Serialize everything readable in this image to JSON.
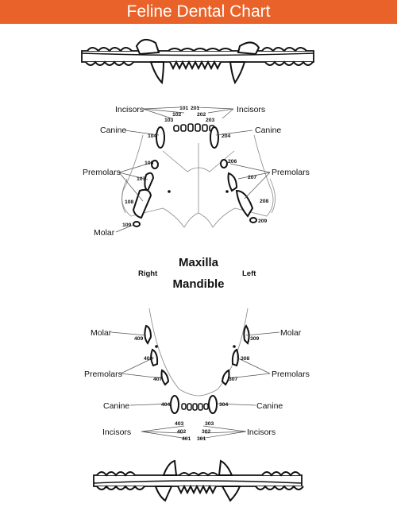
{
  "title": "Feline Dental Chart",
  "colors": {
    "banner": "#e8622a"
  },
  "labels": {
    "incisors": "Incisors",
    "canine": "Canine",
    "premolars": "Premolars",
    "molar": "Molar",
    "maxilla": "Maxilla",
    "mandible": "Mandible",
    "right": "Right",
    "left": "Left"
  },
  "maxilla_numbers": {
    "t101": "101",
    "t201": "201",
    "t102": "102",
    "t202": "202",
    "t103": "103",
    "t203": "203",
    "t104": "104",
    "t204": "204",
    "t106": "106",
    "t206": "206",
    "t107": "107",
    "t207": "207",
    "t108": "108",
    "t208": "208",
    "t109": "109",
    "t209": "209"
  },
  "mandible_numbers": {
    "t409": "409",
    "t309": "309",
    "t408": "408",
    "t308": "308",
    "t407": "407",
    "t307": "307",
    "t404": "404",
    "t304": "304",
    "t403": "403",
    "t303": "303",
    "t402": "402",
    "t302": "302",
    "t401": "401",
    "t301": "301"
  }
}
